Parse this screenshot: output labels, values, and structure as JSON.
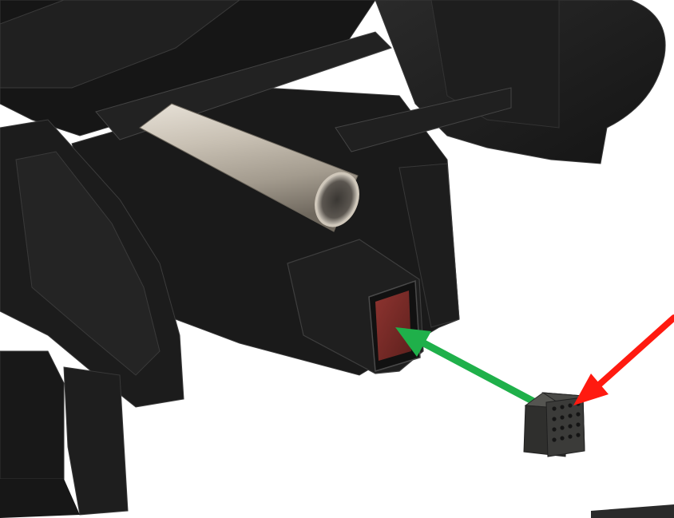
{
  "scene": {
    "subject": "car-rear-cad-render",
    "background_color": "#ffffff",
    "body_color": "#1c1c1c",
    "body_edge_color": "#3a3a3a",
    "pipe_color": "#bdb5a8",
    "lamp_color": "#7a2a27",
    "connector_color": "#3b3b39"
  },
  "annotations": {
    "green_arrow": {
      "color": "#1fb04a",
      "meaning": "points-from-connector-to-rear-lamp-housing"
    },
    "red_arrow": {
      "color": "#ff1a10",
      "meaning": "points-at-connector"
    }
  }
}
